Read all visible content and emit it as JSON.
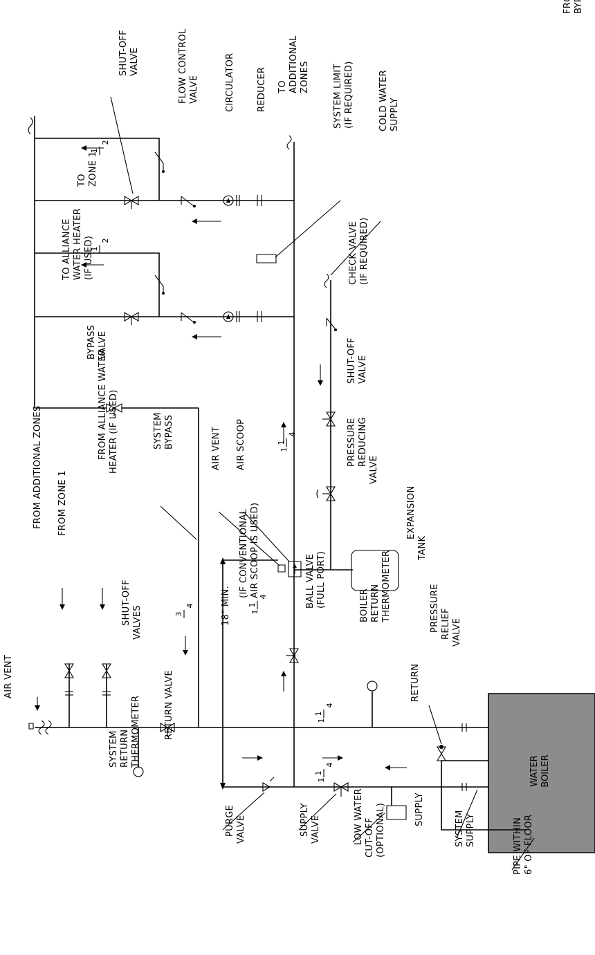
{
  "labels": {
    "from_addtl_bypasses_1": "FROM ADD'TL",
    "from_addtl_bypasses_2": "BYPASSES",
    "shutoff_valve_top_1": "SHUT-OFF",
    "shutoff_valve_top_2": "VALVE",
    "to_additional_zones_1": "TO",
    "to_additional_zones_2": "ADDITIONAL",
    "to_additional_zones_3": "ZONES",
    "flow_control_valve_1": "FLOW CONTROL",
    "flow_control_valve_2": "VALVE",
    "circulator": "CIRCULATOR",
    "reducer": "REDUCER",
    "system_limit_1": "SYSTEM LIMIT",
    "system_limit_2": "(IF REQUIRED)",
    "cold_water_supply_1": "COLD WATER",
    "cold_water_supply_2": "SUPPLY",
    "to_zone1_1": "TO",
    "to_zone1_2": "ZONE 1",
    "to_alliance_1": "TO ALLIANCE",
    "to_alliance_2": "WATER HEATER",
    "to_alliance_3": "(IF USED)",
    "check_valve_1": "CHECK VALVE",
    "check_valve_2": "(IF REQUIRED)",
    "bypass_valve_1": "BYPASS",
    "bypass_valve_2": "VALVE",
    "shutoff_valve_mid_1": "SHUT-OFF",
    "shutoff_valve_mid_2": "VALVE",
    "system_bypass_1": "SYSTEM",
    "system_bypass_2": "BYPASS",
    "from_alliance_1": "FROM ALLIANCE WATER",
    "from_alliance_2": "HEATER (IF USED)",
    "air_vent_right": "AIR VENT",
    "air_scoop": "AIR SCOOP",
    "pressure_reducing_1": "PRESSURE",
    "pressure_reducing_2": "REDUCING",
    "pressure_reducing_3": "VALVE",
    "from_additional_zones": "FROM ADDITIONAL ZONES",
    "from_zone1": "FROM ZONE 1",
    "shutoff_valves_1": "SHUT-OFF",
    "shutoff_valves_2": "VALVES",
    "expansion_tank_1": "EXPANSION",
    "expansion_tank_2": "TANK",
    "eighteen_min": "18\" MIN.",
    "if_conventional_1": "(IF CONVENTIONAL",
    "if_conventional_2": "AIR SCOOP IS USED)",
    "ball_valve_1": "BALL VALVE",
    "ball_valve_2": "(FULL PORT)",
    "boiler_return_therm_1": "BOILER",
    "boiler_return_therm_2": "RETURN",
    "boiler_return_therm_3": "THERMOMETER",
    "return": "RETURN",
    "pressure_relief_1": "PRESSURE",
    "pressure_relief_2": "RELIEF",
    "pressure_relief_3": "VALVE",
    "air_vent_left": "AIR VENT",
    "system_return_therm_1": "SYSTEM",
    "system_return_therm_2": "RETURN",
    "system_return_therm_3": "THERMOMETER",
    "return_valve": "RETURN VALVE",
    "purge_valve_1": "PURGE",
    "purge_valve_2": "VALVE",
    "supply_valve_1": "SUPPLY",
    "supply_valve_2": "VALVE",
    "low_water_1": "LOW WATER",
    "low_water_2": "CUT-OFF",
    "low_water_3": "(OPTIONAL)",
    "supply": "SUPPLY",
    "system_supply_1": "SYSTEM",
    "system_supply_2": "SUPPLY",
    "pipe_within_1": "PIPE WITHIN",
    "pipe_within_2": "6\" OF FLOOR",
    "water_boiler_1": "WATER",
    "water_boiler_2": "BOILER"
  },
  "pipe_sizes": {
    "half_num": "1",
    "half_den": "2",
    "quarter_num": "3",
    "quarter_den": "4",
    "one_quarter_whole": "1",
    "one_quarter_num": "1",
    "one_quarter_den": "4"
  },
  "colors": {
    "line": "#000000",
    "boiler_fill": "#8c8c8c",
    "background": "#ffffff"
  }
}
